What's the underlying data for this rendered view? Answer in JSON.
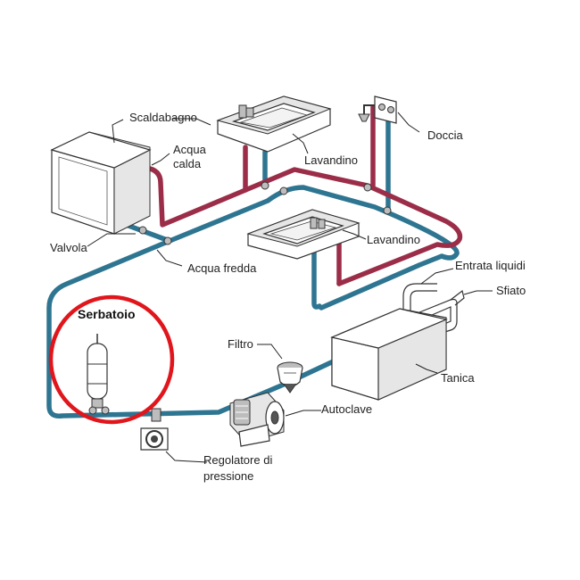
{
  "labels": {
    "scaldabagno": "Scaldabagno",
    "acqua_calda_1": "Acqua",
    "acqua_calda_2": "calda",
    "lavandino_top": "Lavandino",
    "doccia": "Doccia",
    "valvola": "Valvola",
    "acqua_fredda": "Acqua fredda",
    "lavandino_mid": "Lavandino",
    "entrata_liquidi": "Entrata liquidi",
    "sfiato": "Sfiato",
    "serbatoio": "Serbatoio",
    "filtro": "Filtro",
    "tanica": "Tanica",
    "autoclave": "Autoclave",
    "regolatore_1": "Regolatore di",
    "regolatore_2": "pressione"
  },
  "colors": {
    "hot_pipe": "#9b2d48",
    "cold_pipe": "#2e7591",
    "highlight_circle": "#e0161c"
  },
  "icons": {
    "water_heater": "water-heater-icon",
    "sink": "sink-icon",
    "shower": "shower-icon",
    "accumulator_tank": "accumulator-tank-icon",
    "filter": "filter-icon",
    "pump": "pump-icon",
    "pressure_regulator": "pressure-regulator-icon",
    "water_tank": "water-tank-icon"
  }
}
